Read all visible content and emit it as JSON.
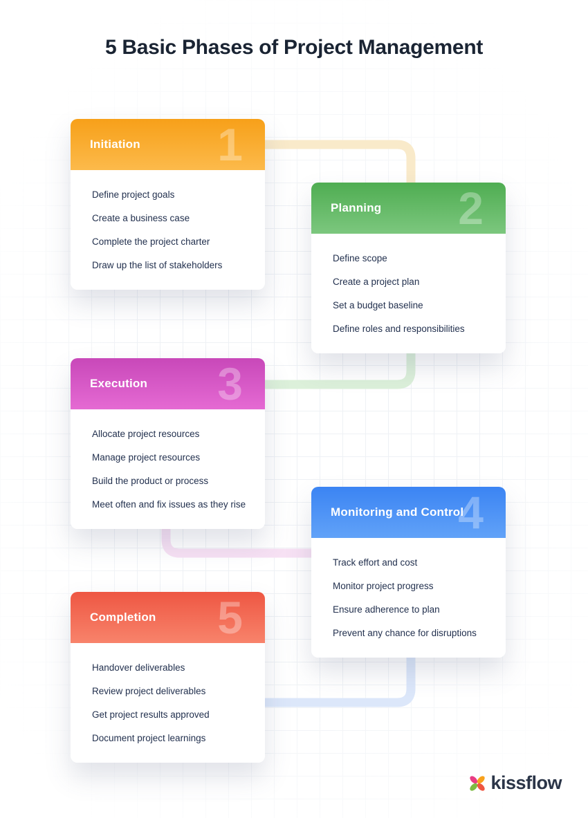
{
  "title": "5 Basic Phases of Project Management",
  "phases": [
    {
      "name": "Initiation",
      "number": "1",
      "color_start": "#F7A019",
      "color_end": "#FCBA4B",
      "connector_color": "#F9EACA",
      "items": [
        "Define project goals",
        "Create a business case",
        "Complete the project charter",
        "Draw up the list of stakeholders"
      ]
    },
    {
      "name": "Planning",
      "number": "2",
      "color_start": "#4FAD52",
      "color_end": "#7CC77E",
      "connector_color": "#DCF0DA",
      "items": [
        "Define scope",
        "Create a project plan",
        "Set a budget baseline",
        "Define roles and responsibilities"
      ]
    },
    {
      "name": "Execution",
      "number": "3",
      "color_start": "#C848B9",
      "color_end": "#E56AD3",
      "connector_color": "#F7E1F4",
      "items": [
        "Allocate project resources",
        "Manage project resources",
        "Build the product or process",
        "Meet often and fix issues as they rise"
      ]
    },
    {
      "name": "Monitoring and Control",
      "number": "4",
      "color_start": "#3B84F3",
      "color_end": "#61A2F8",
      "connector_color": "#DCE7FA",
      "items": [
        "Track effort and cost",
        "Monitor project progress",
        "Ensure adherence to plan",
        "Prevent any chance for disruptions"
      ]
    },
    {
      "name": "Completion",
      "number": "5",
      "color_start": "#EE5743",
      "color_end": "#F8836B",
      "items": [
        "Handover deliverables",
        "Review project deliverables",
        "Get project results approved",
        "Document project learnings"
      ]
    }
  ],
  "logo": {
    "text": "kissflow",
    "icon": "kissflow-flower-icon",
    "petal_colors": [
      "#E93C83",
      "#F8A11B",
      "#7DBB42",
      "#EF5540"
    ]
  }
}
